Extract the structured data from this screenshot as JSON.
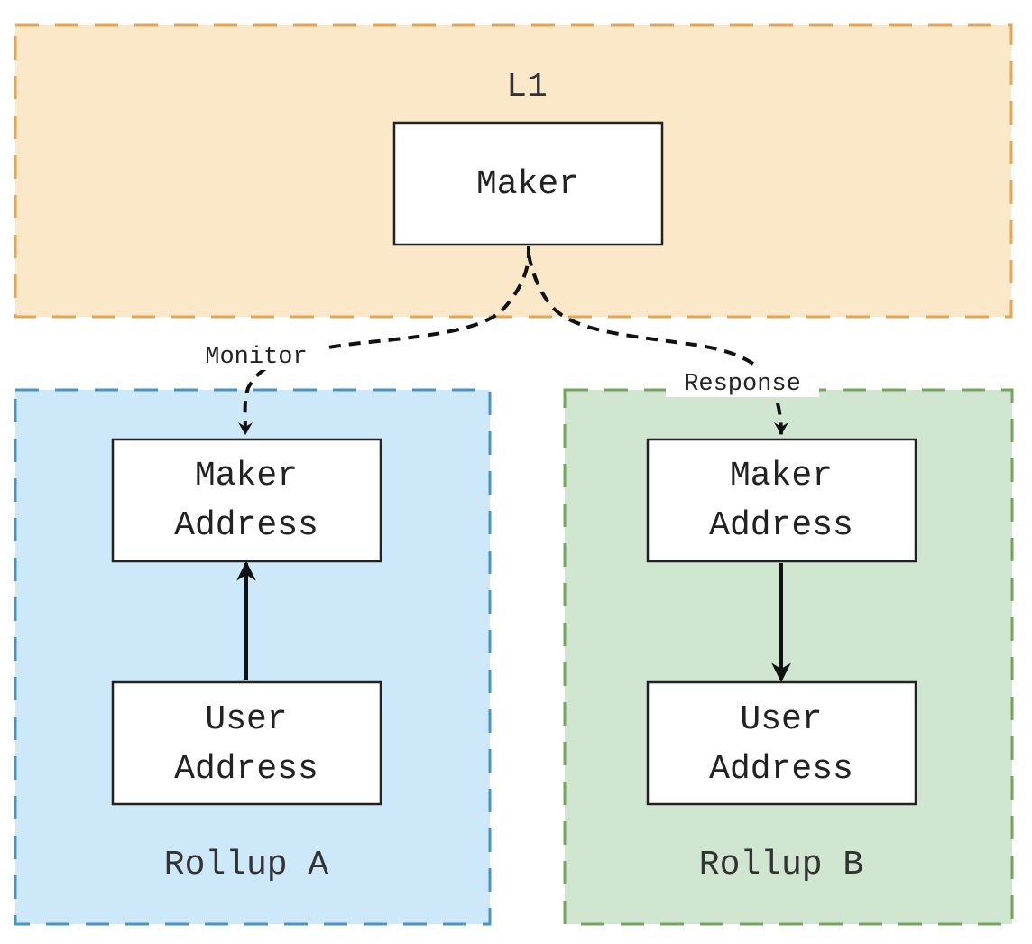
{
  "regions": {
    "l1": {
      "title": "L1",
      "fill": "#fbe8c8",
      "stroke": "#e6a552"
    },
    "rollup_a": {
      "title": "Rollup A",
      "fill": "#cde8f8",
      "stroke": "#4a94c4"
    },
    "rollup_b": {
      "title": "Rollup B",
      "fill": "#d0e6d0",
      "stroke": "#74a45e"
    }
  },
  "nodes": {
    "maker": {
      "label": "Maker"
    },
    "a_maker_address": {
      "line1": "Maker",
      "line2": "Address"
    },
    "a_user_address": {
      "line1": "User",
      "line2": "Address"
    },
    "b_maker_address": {
      "line1": "Maker",
      "line2": "Address"
    },
    "b_user_address": {
      "line1": "User",
      "line2": "Address"
    }
  },
  "edges": {
    "monitor": {
      "label": "Monitor",
      "style": "dashed"
    },
    "response": {
      "label": "Response",
      "style": "dashed"
    },
    "a_user_to_maker": {
      "style": "solid"
    },
    "b_maker_to_user": {
      "style": "solid"
    }
  }
}
